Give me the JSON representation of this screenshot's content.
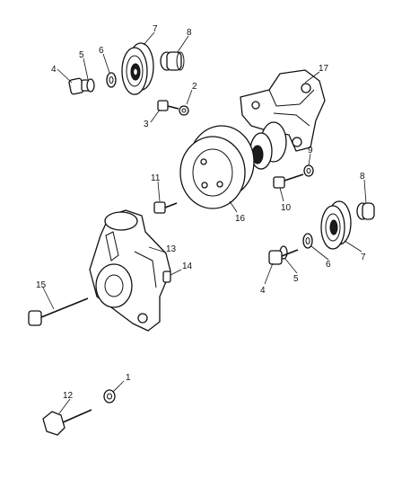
{
  "callouts": {
    "c1": "1",
    "c2": "2",
    "c3": "3",
    "c4a": "4",
    "c4b": "4",
    "c5a": "5",
    "c5b": "5",
    "c6a": "6",
    "c6b": "6",
    "c7a": "7",
    "c7b": "7",
    "c8a": "8",
    "c8b": "8",
    "c9": "9",
    "c10": "10",
    "c11": "11",
    "c12": "12",
    "c13": "13",
    "c14": "14",
    "c15": "15",
    "c16": "16",
    "c17": "17"
  }
}
